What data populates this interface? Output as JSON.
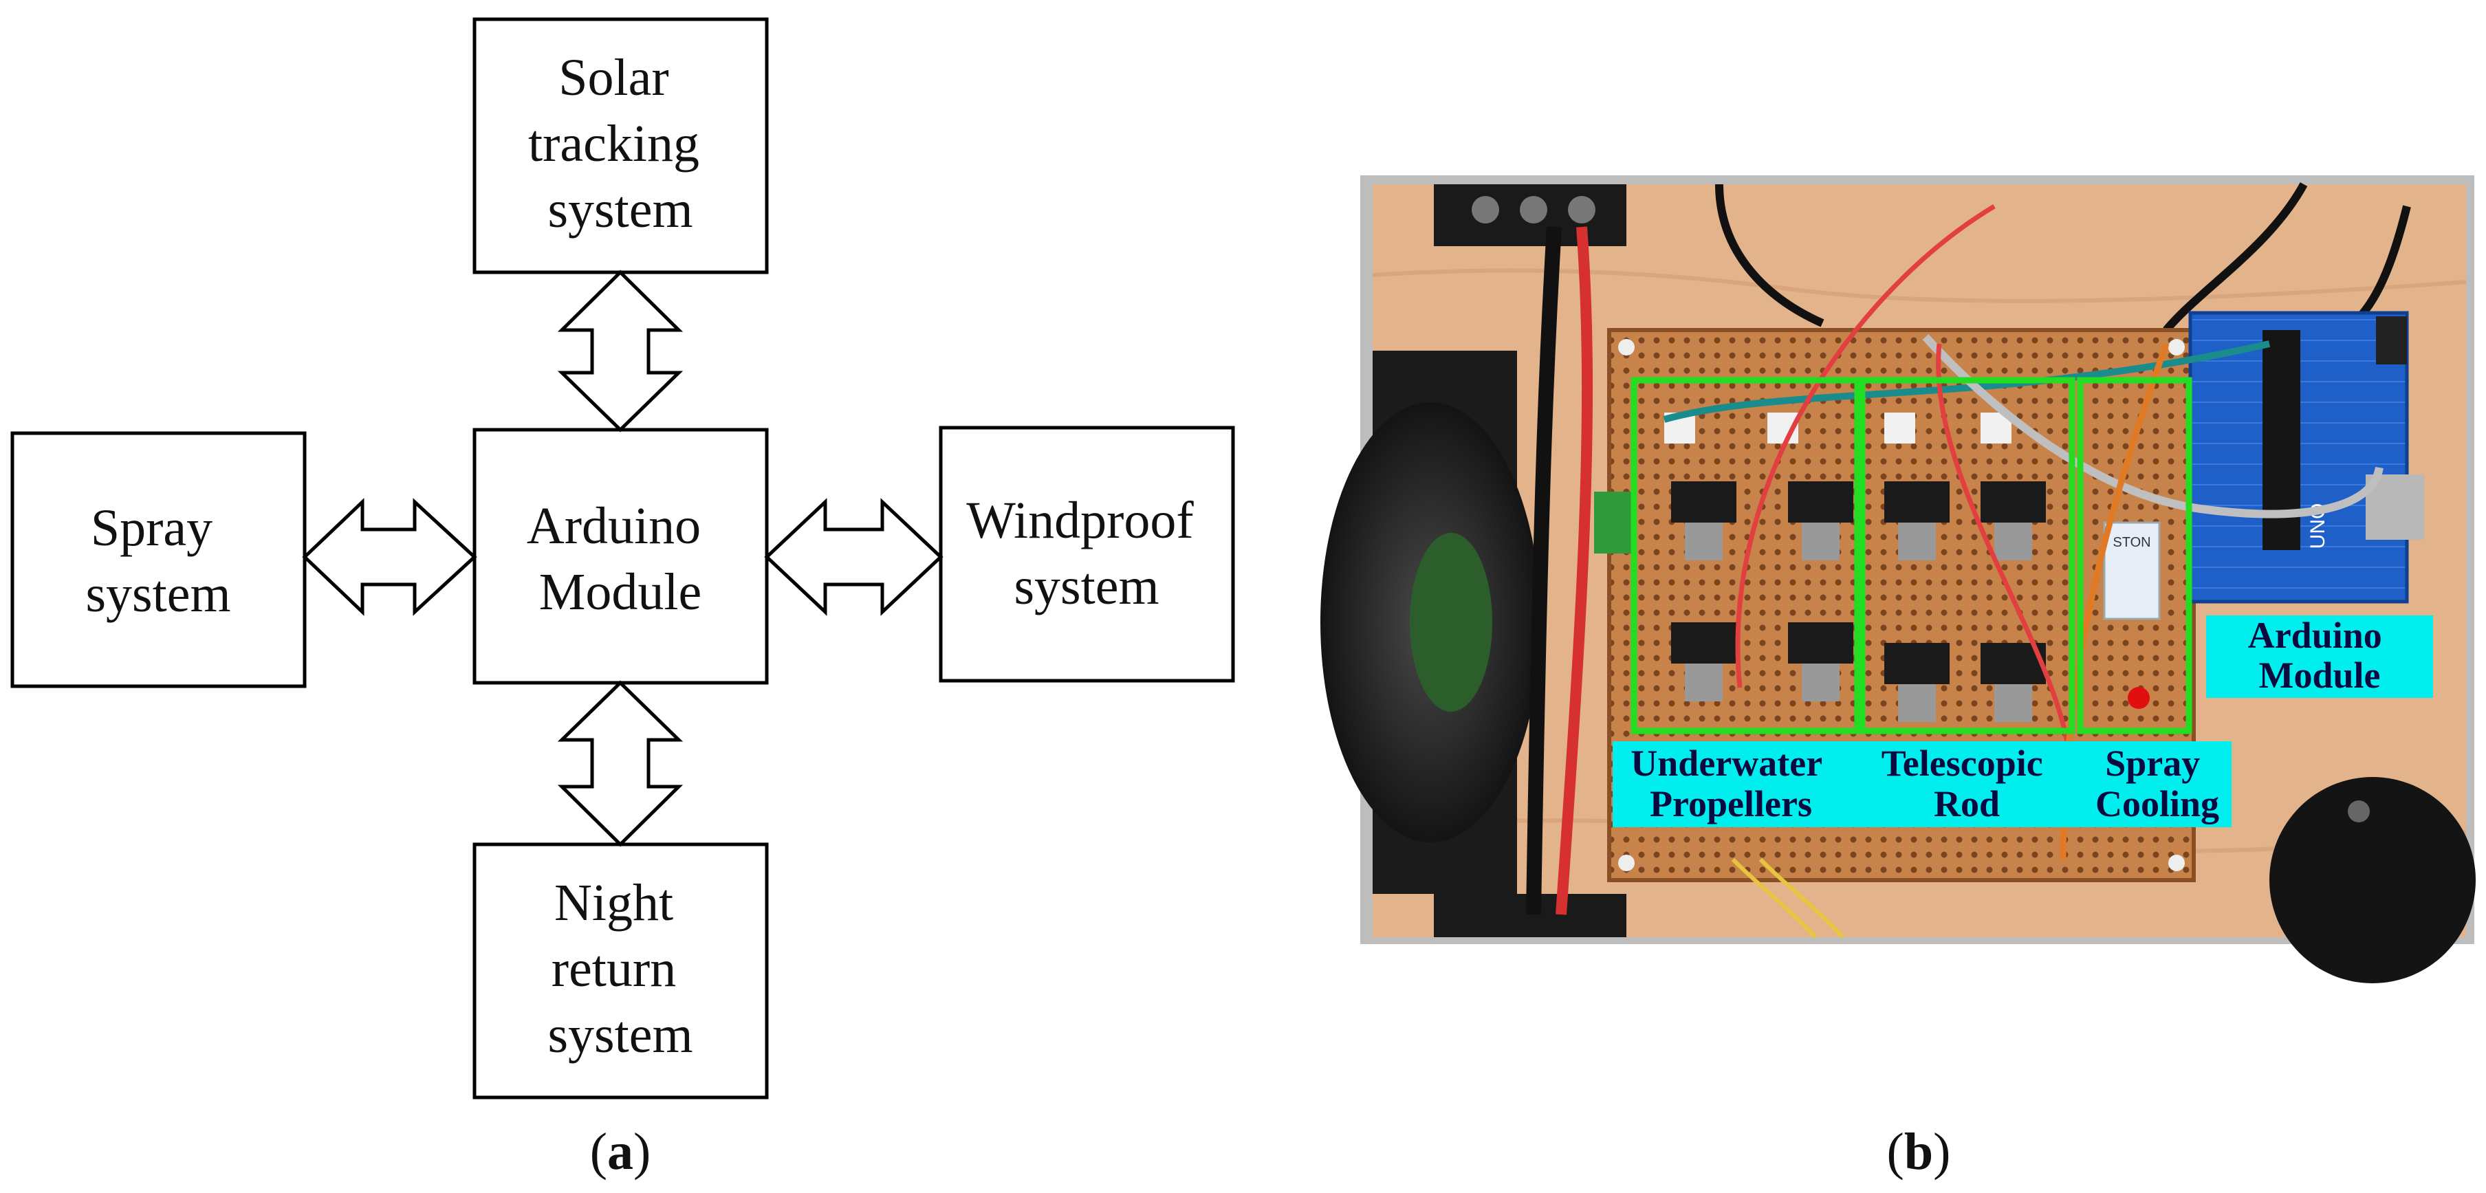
{
  "panel_a": {
    "caption": {
      "open": "(",
      "letter": "a",
      "close": ")"
    },
    "center": [
      "Arduino",
      "Module"
    ],
    "top": [
      "Solar",
      "tracking",
      "system"
    ],
    "left": [
      "Spray",
      "system"
    ],
    "right": [
      "Windproof",
      "system"
    ],
    "bottom": [
      "Night",
      "return",
      "system"
    ]
  },
  "panel_b": {
    "caption": {
      "open": "(",
      "letter": "b",
      "close": ")"
    },
    "labels": {
      "underwater": [
        "Underwater",
        "Propellers"
      ],
      "telescopic": [
        "Telescopic",
        "Rod"
      ],
      "spray": [
        "Spray",
        "Cooling"
      ],
      "arduino": [
        "Arduino",
        "Module"
      ]
    },
    "board_text": {
      "uno": "UNO",
      "relay": "STON"
    }
  },
  "colors": {
    "highlight_box": "#22dd22",
    "label_bg": "#00eeee",
    "board": "#c9864a",
    "wood": "#e3b48c",
    "arduino": "#1f5fc8"
  }
}
